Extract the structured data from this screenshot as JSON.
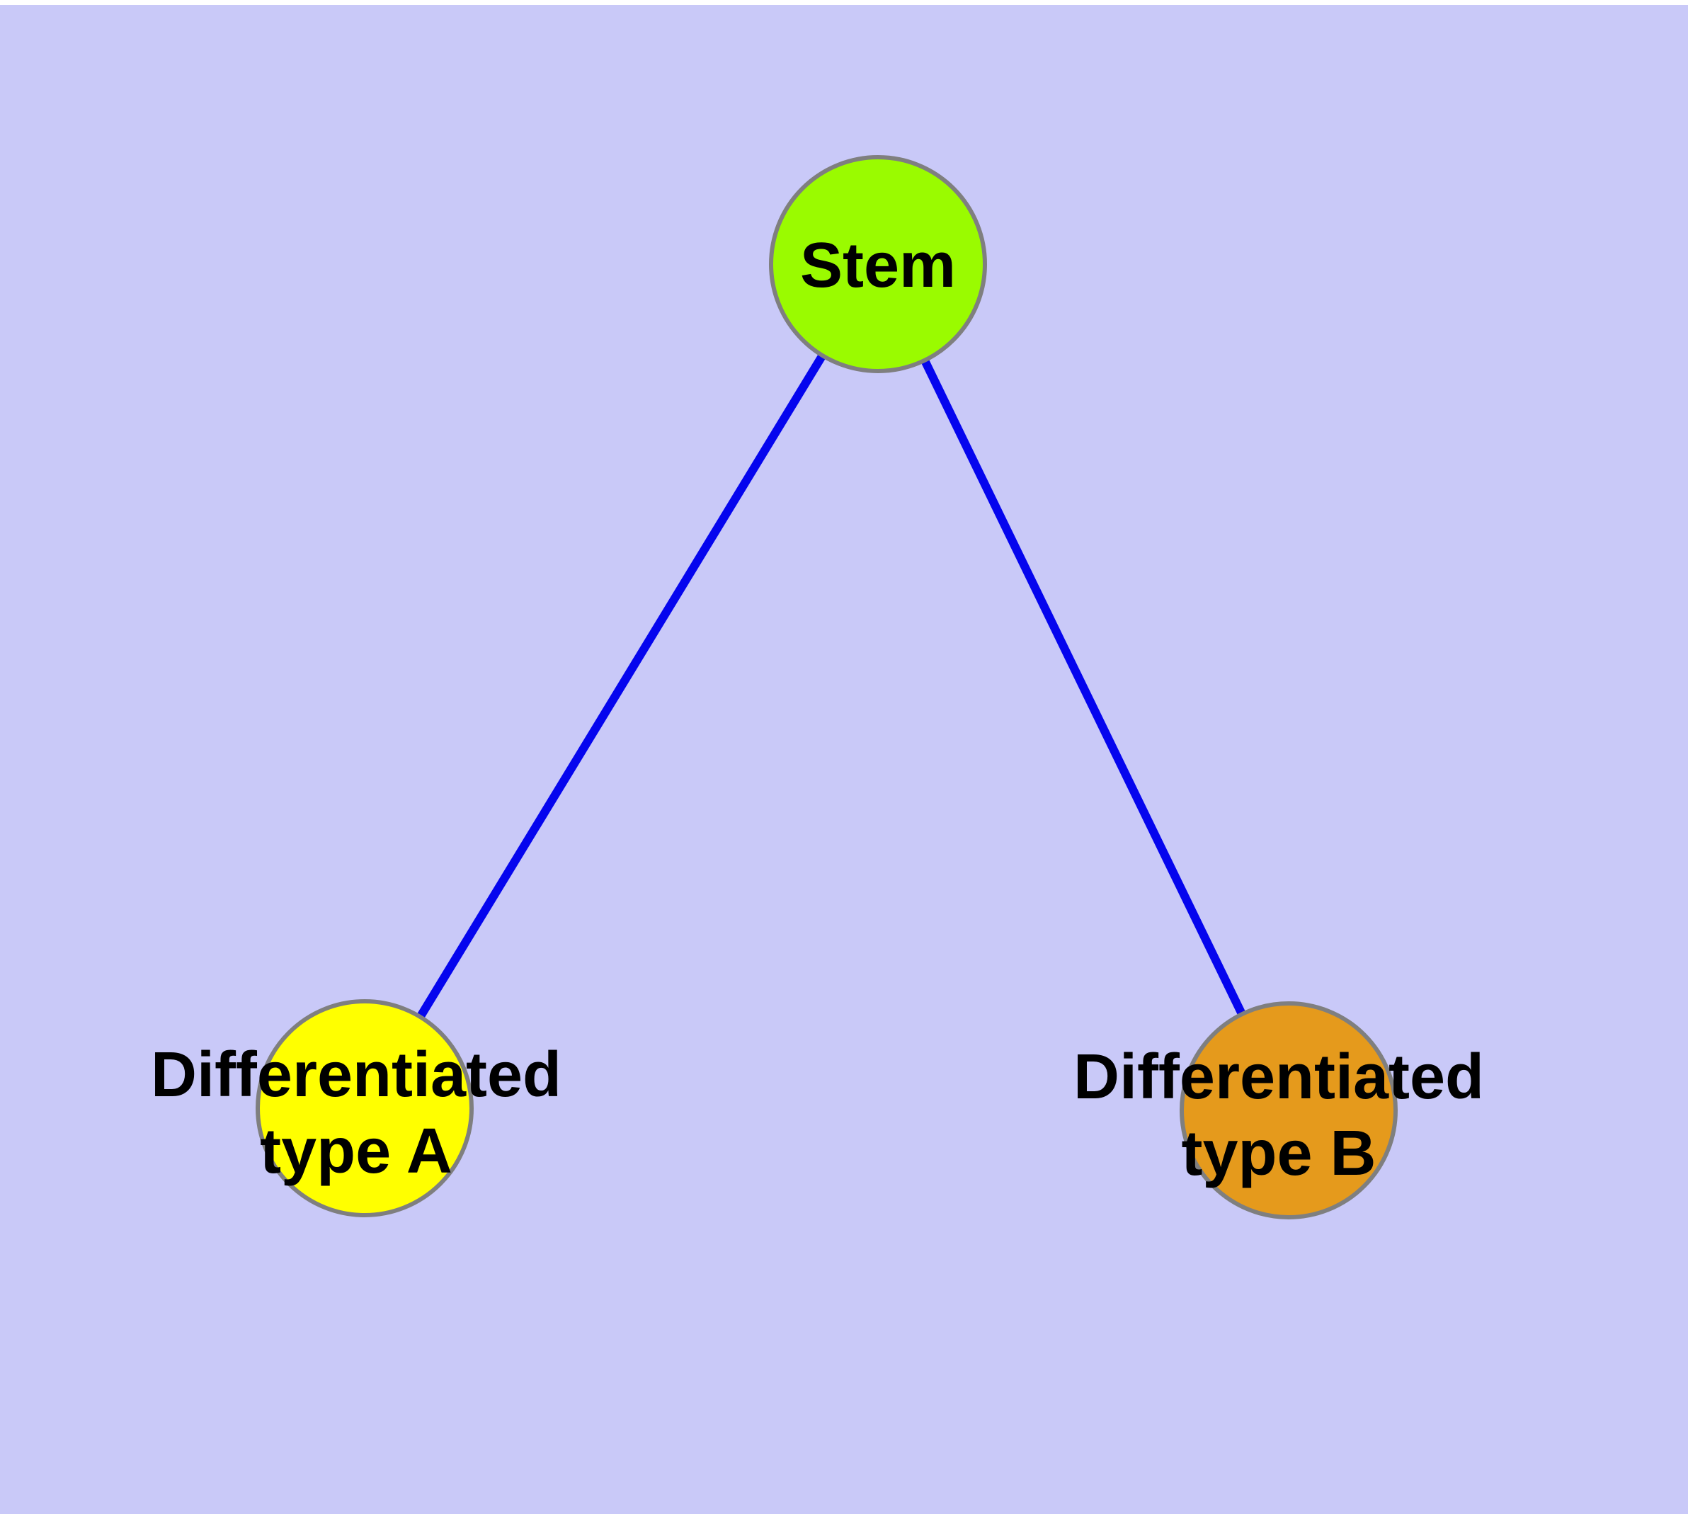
{
  "diagram": {
    "background_color": "#C9C9F8",
    "top_margin_color": "#FFFFFF",
    "edge_color": "#0505EE",
    "node_border_color": "#7F7F7F",
    "label_color": "#000000",
    "nodes": {
      "stem": {
        "label": "Stem",
        "fill_color": "#9AFB00"
      },
      "type_a": {
        "label_line1": "Differentiated",
        "label_line2": "type A",
        "fill_color": "#FFFF00"
      },
      "type_b": {
        "label_line1": "Differentiated",
        "label_line2": "type B",
        "fill_color": "#E59A1C"
      }
    },
    "edges": [
      {
        "from": "Stem",
        "to": "Differentiated type A"
      },
      {
        "from": "Stem",
        "to": "Differentiated type B"
      }
    ]
  }
}
